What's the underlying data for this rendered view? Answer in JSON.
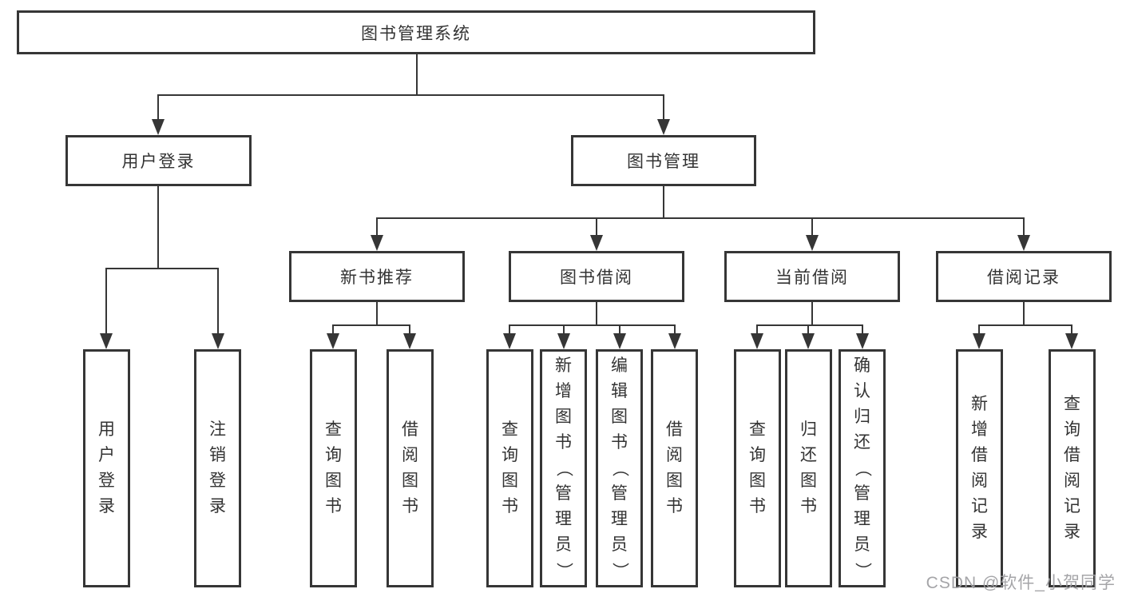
{
  "title": "图书管理系统",
  "watermark": "CSDN @软件_小贺同学",
  "colors": {
    "line": "#363636",
    "text": "#333333",
    "background": "#ffffff",
    "watermark": "#a0a0a3"
  },
  "level2": [
    "用户登录",
    "图书管理"
  ],
  "level3": [
    "新书推荐",
    "图书借阅",
    "当前借阅",
    "借阅记录"
  ],
  "leaves": {
    "user_login": [
      "用户登录",
      "注销登录"
    ],
    "new_book": [
      "查询图书",
      "借阅图书"
    ],
    "book_borrow": [
      "查询图书",
      "新增图书（管理员）",
      "编辑图书（管理员）",
      "借阅图书"
    ],
    "current_borrow": [
      "查询图书",
      "归还图书",
      "确认归还（管理员）"
    ],
    "borrow_records": [
      "新增借阅记录",
      "查询借阅记录"
    ]
  }
}
